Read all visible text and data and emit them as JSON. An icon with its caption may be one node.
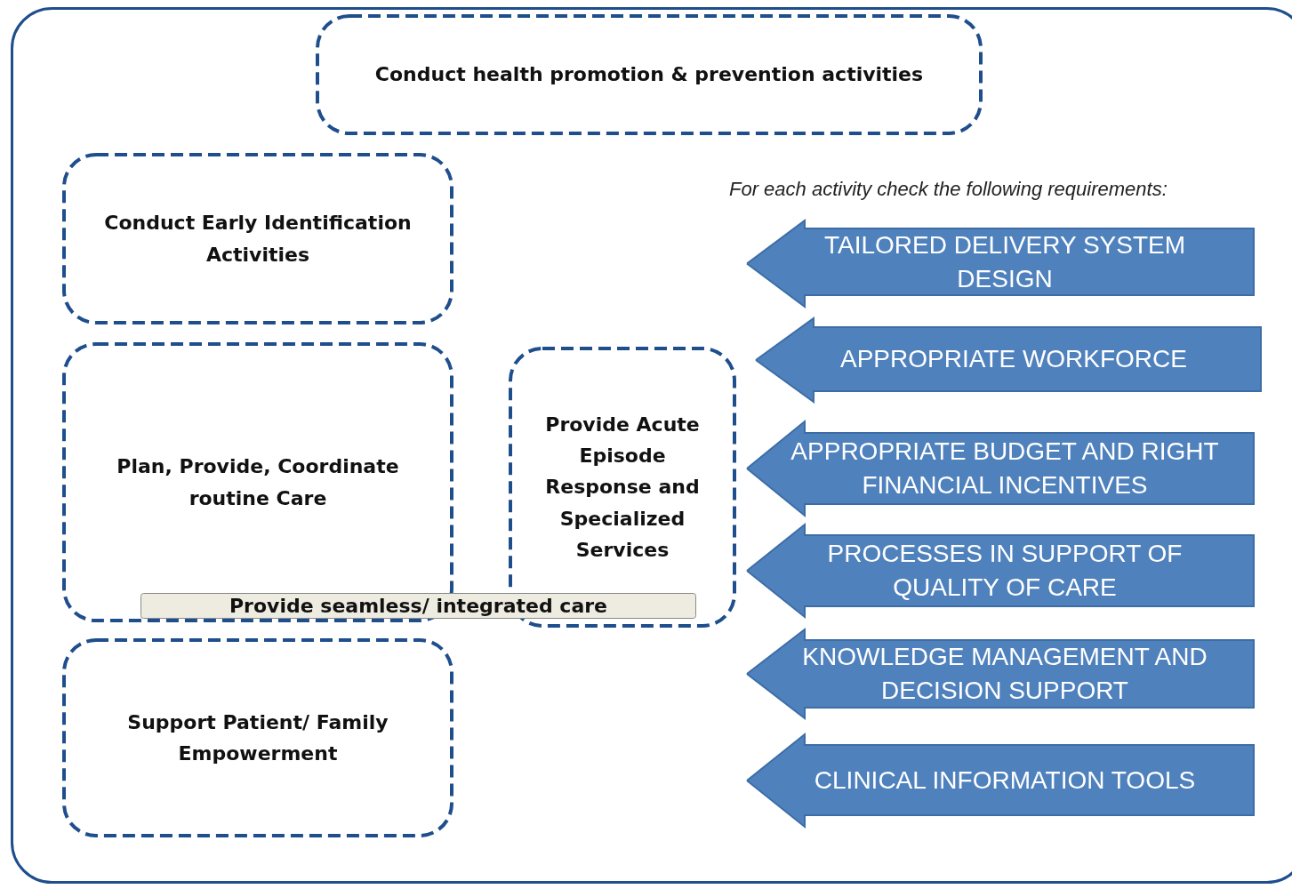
{
  "diagram": {
    "nodes": [
      {
        "text": [],
        "shape": "box"
      },
      {
        "text": [
          "Conduct health promotion & prevention activities"
        ],
        "in": 0
      },
      {
        "text": [
          "Conduct Early Identification Activities"
        ],
        "in": 0
      },
      {
        "text": [
          "Plan, Provide, Coordinate routine Care"
        ],
        "in": 0
      },
      {
        "text": [
          "Provide Acute Episode Response and Specialized Services"
        ],
        "in": 0
      },
      {
        "text": [
          "Provide seamless/ integrated care"
        ],
        "in": 0
      },
      {
        "text": [
          "Support Patient/ Family Empowerment"
        ],
        "in": 0
      },
      {
        "text": [
          "TAILORED DELIVERY SYSTEM DESIGN"
        ],
        "in": 0
      },
      {
        "text": [
          "APPROPRIATE WORKFORCE"
        ],
        "in": 0
      },
      {
        "text": [
          "APPROPRIATE BUDGET AND RIGHT FINANCIAL INCENTIVES"
        ],
        "in": 0
      },
      {
        "text": [
          "PROCESSES IN SUPPORT OF QUALITY OF CARE"
        ],
        "in": 0
      },
      {
        "text": [
          "KNOWLEDGE MANAGEMENT AND DECISION SUPPORT"
        ],
        "in": 0
      },
      {
        "text": [
          "CLINICAL INFORMATION TOOLS"
        ],
        "in": 0
      }
    ],
    "labels": [
      "For each activity check the following requirements:"
    ]
  }
}
